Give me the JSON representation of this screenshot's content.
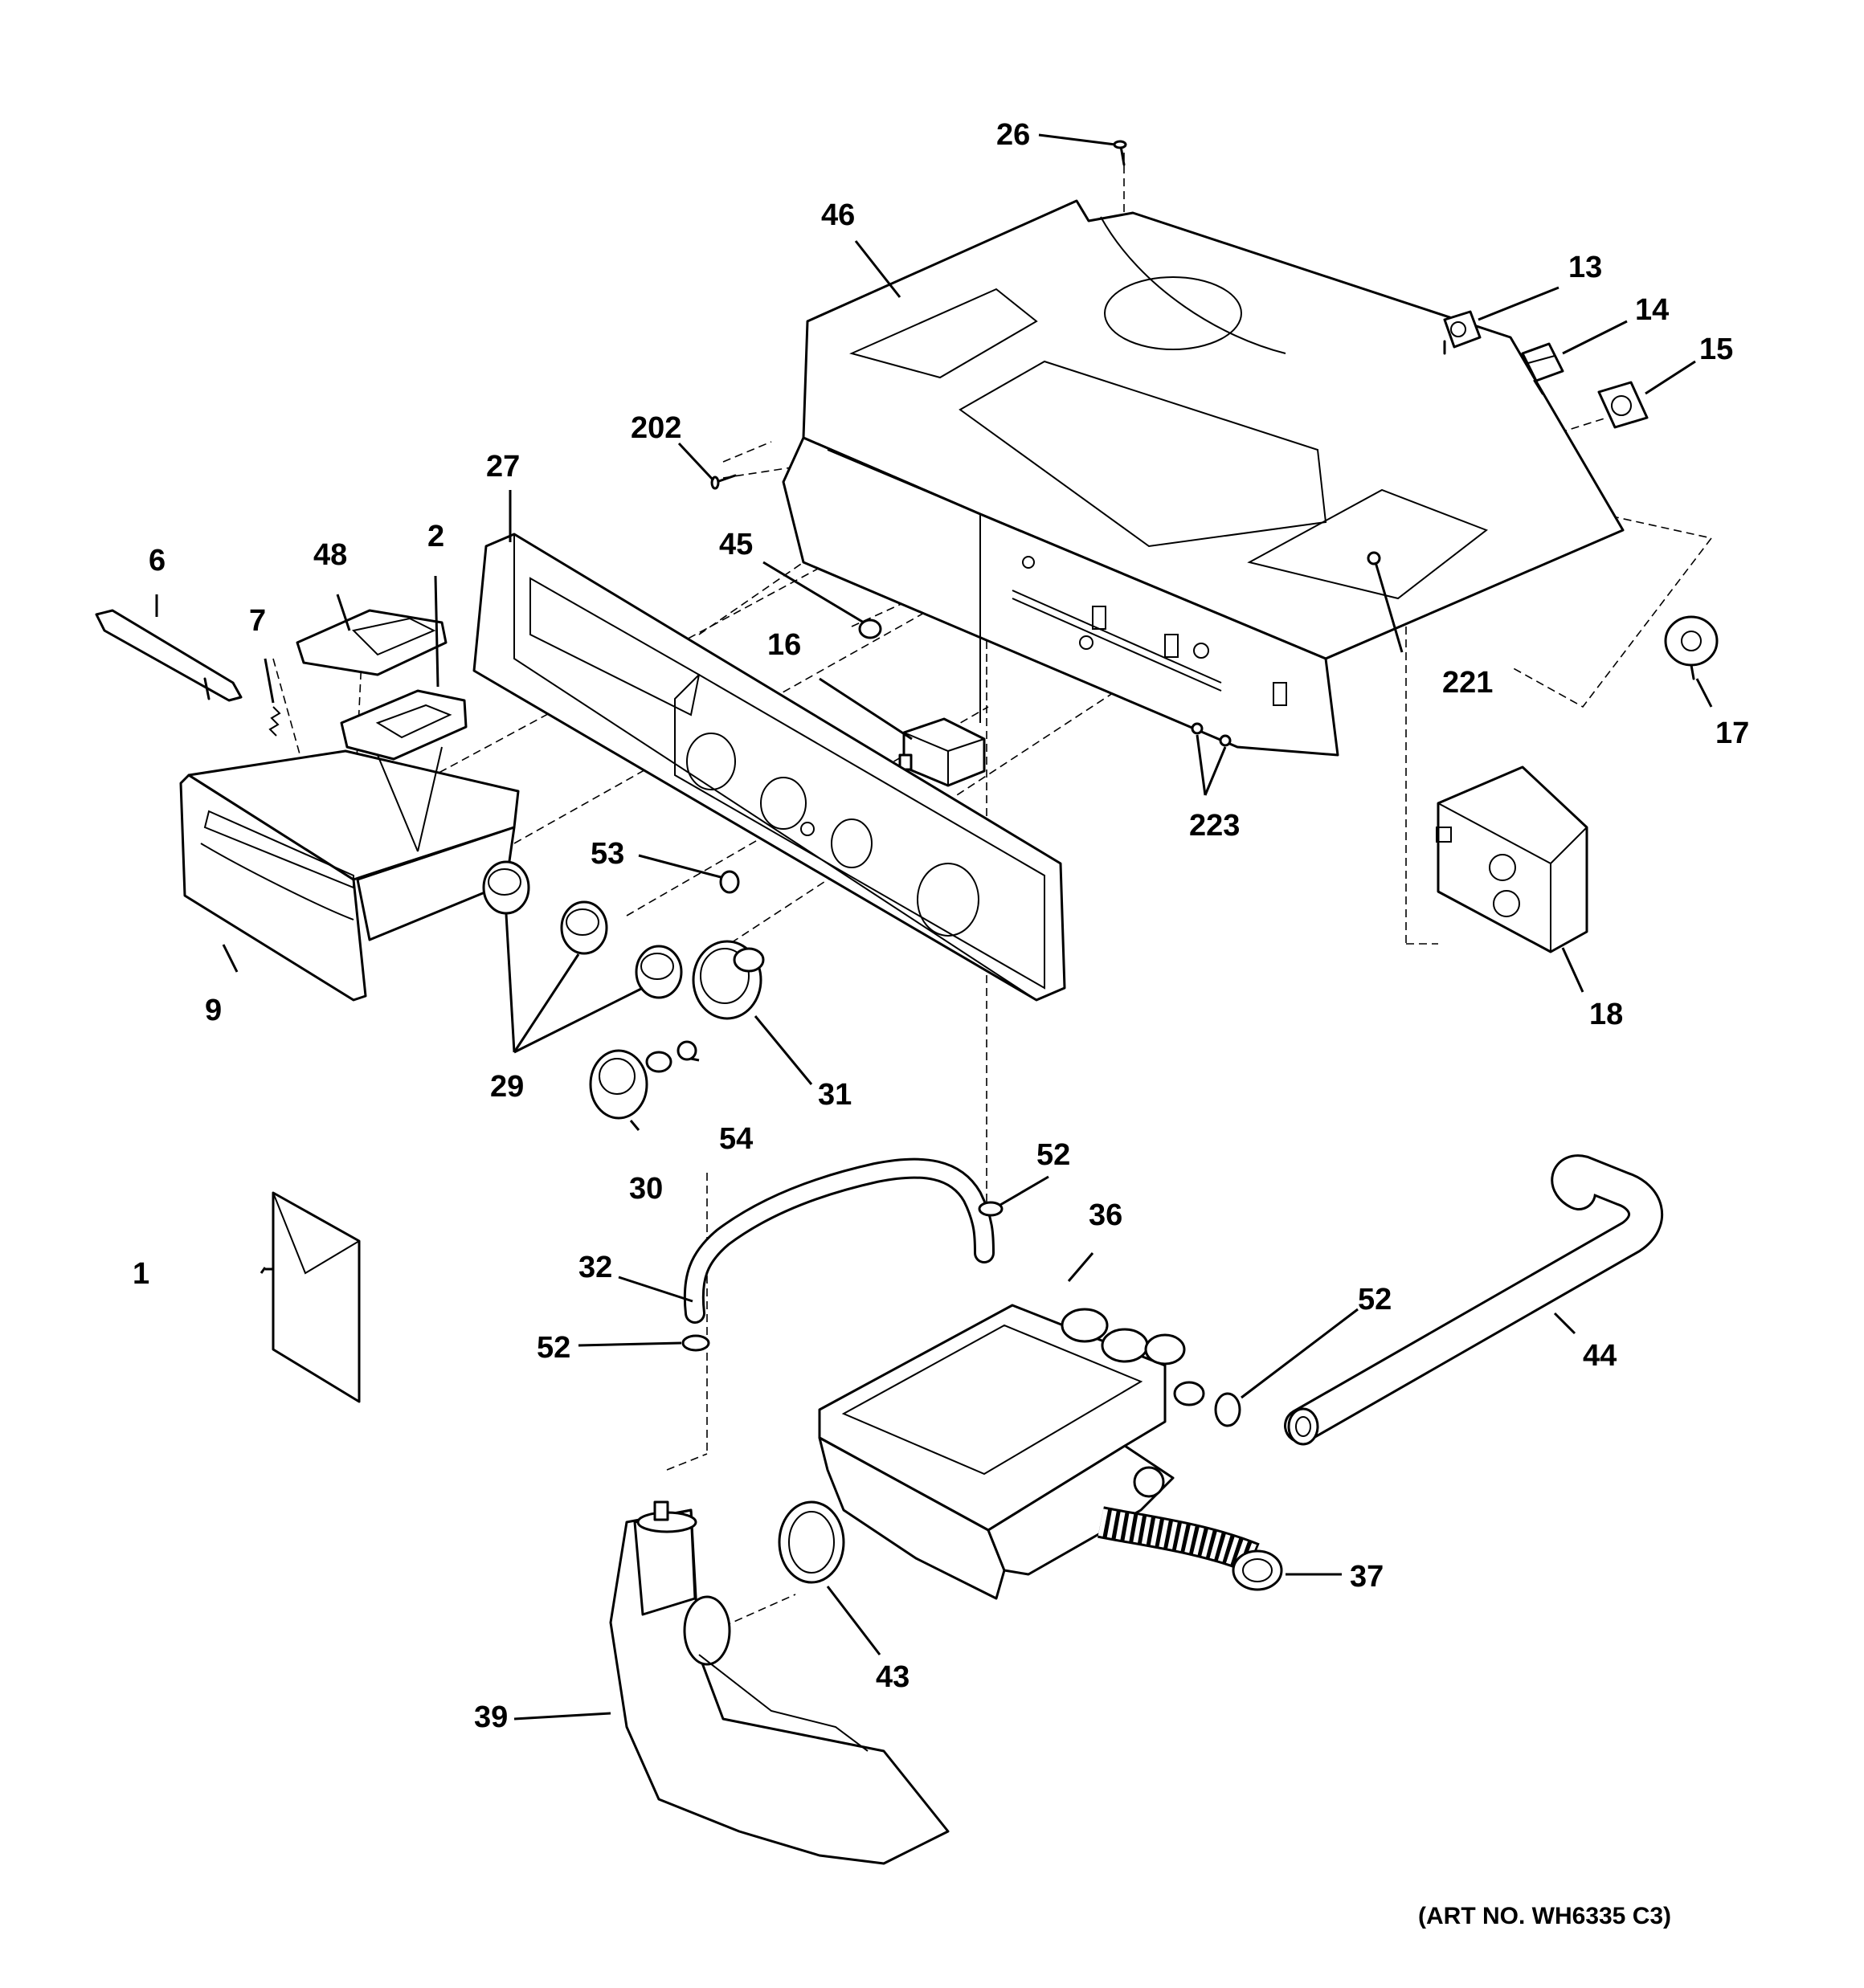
{
  "art_number": "(ART NO. WH6335 C3)",
  "callouts": {
    "c1": "1",
    "c2": "2",
    "c6": "6",
    "c7": "7",
    "c9": "9",
    "c13": "13",
    "c14": "14",
    "c15": "15",
    "c16": "16",
    "c17": "17",
    "c18": "18",
    "c26": "26",
    "c27": "27",
    "c29": "29",
    "c30": "30",
    "c31": "31",
    "c32": "32",
    "c36": "36",
    "c37": "37",
    "c39": "39",
    "c43": "43",
    "c44": "44",
    "c45": "45",
    "c46": "46",
    "c48": "48",
    "c52a": "52",
    "c52b": "52",
    "c52c": "52",
    "c53": "53",
    "c54": "54",
    "c202": "202",
    "c221": "221",
    "c223": "223"
  }
}
